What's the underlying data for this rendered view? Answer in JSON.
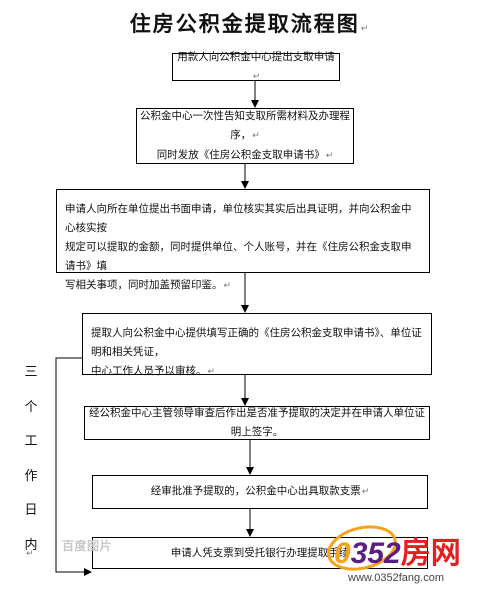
{
  "title": "住房公积金提取流程图",
  "para_mark": "↵",
  "steps": [
    {
      "lines": [
        "用款人向公积金中心提出支取申请"
      ]
    },
    {
      "lines": [
        "公积金中心一次性告知支取所需材料及办理程序，",
        "同时发放《住房公积金支取申请书》"
      ]
    },
    {
      "lines": [
        "申请人向所在单位提出书面申请，单位核实其实后出具证明，并向公积金中心核实按",
        "规定可以提取的金额，同时提供单位、个人账号，并在《住房公积金支取申请书》填",
        "写相关事项，同时加盖预留印鉴。"
      ]
    },
    {
      "lines": [
        "提取人向公积金中心提供填写正确的《住房公积金支取申请书》、单位证明和相关凭证，",
        "中心工作人员予以审核。"
      ]
    },
    {
      "lines": [
        "经公积金中心主管领导审查后作出是否准予提取的决定并在申请人单位证明上签字。"
      ]
    },
    {
      "lines": [
        "经审批准予提取的，公积金中心出具取款支票"
      ]
    },
    {
      "lines": [
        "申请人凭支票到受托银行办理提取手续"
      ]
    }
  ],
  "side_label": [
    "三",
    "个",
    "工",
    "作",
    "日",
    "内"
  ],
  "watermark_left": "百度图片",
  "logo": {
    "digit0": "0",
    "digits": "352",
    "cn": "房网",
    "url": "www.0352fang.com",
    "colors": {
      "orange": "#f6a21a",
      "purple": "#5a1d82",
      "red": "#e31f1f"
    }
  }
}
